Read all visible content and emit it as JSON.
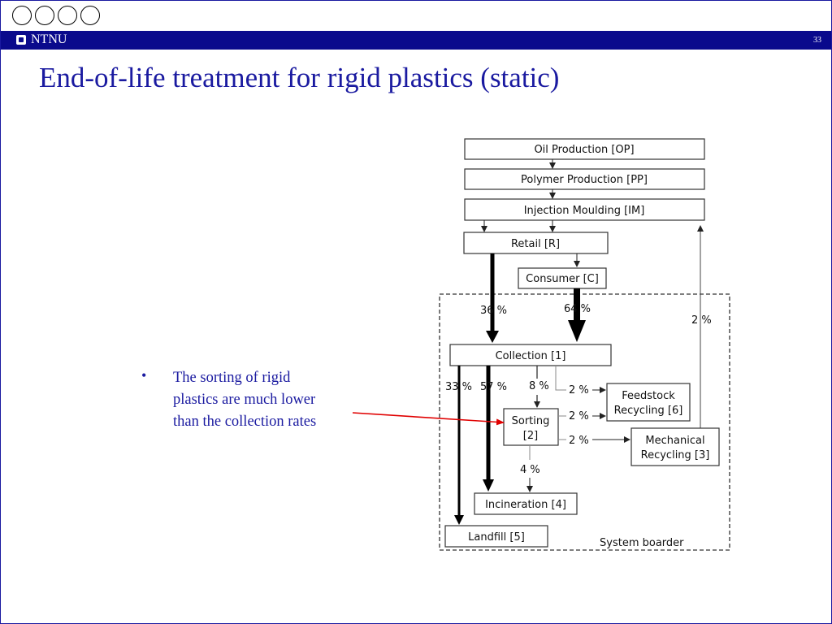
{
  "slide": {
    "brand": "NTNU",
    "page_number": "33",
    "title": "End-of-life treatment for rigid plastics (static)",
    "bullet_marker": "•",
    "bullet_lines": [
      "The sorting of rigid",
      "plastics are much lower",
      "than the collection rates"
    ]
  },
  "diagram": {
    "nodes": {
      "op": "Oil Production [OP]",
      "pp": "Polymer Production [PP]",
      "im": "Injection Moulding [IM]",
      "retail": "Retail [R]",
      "consumer": "Consumer [C]",
      "collection": "Collection [1]",
      "sorting_1": "Sorting",
      "sorting_2": "[2]",
      "feedstock_1": "Feedstock",
      "feedstock_2": "Recycling [6]",
      "mechanical_1": "Mechanical",
      "mechanical_2": "Recycling [3]",
      "incineration": "Incineration [4]",
      "landfill": "Landfill [5]"
    },
    "flows": {
      "retail_collection": "36 %",
      "consumer_collection": "64 %",
      "recycle_return": "2 %",
      "collection_landfill": "33 %",
      "collection_incineration": "57 %",
      "collection_sorting": "8 %",
      "collection_feedstock": "2 %",
      "sorting_feedstock": "2 %",
      "sorting_mechanical": "2 %",
      "sorting_incineration": "4 %"
    },
    "system_border_label": "System boarder"
  },
  "colors": {
    "accent": "#1a1aa0",
    "bar": "#0a0a8c",
    "pointer": "#e00000"
  }
}
